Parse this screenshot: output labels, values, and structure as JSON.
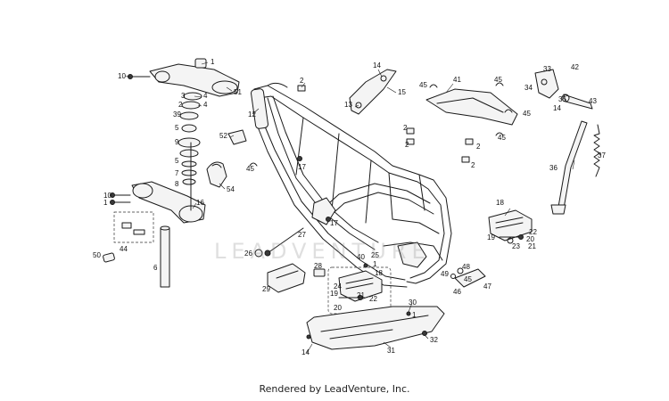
{
  "footer": {
    "rendered_by": "Rendered by LeadVenture, Inc."
  },
  "watermark": {
    "text": "LEADVENTURE"
  },
  "callouts": {
    "n1": "1",
    "n2": "2",
    "n3": "3",
    "n4": "4",
    "n5": "5",
    "n6": "6",
    "n7": "7",
    "n8": "8",
    "n9": "9",
    "n10": "10",
    "n12": "12",
    "n13": "13",
    "n14": "14",
    "n15": "15",
    "n16": "16",
    "n17": "17",
    "n18": "18",
    "n19": "19",
    "n20": "20",
    "n21": "21",
    "n22": "22",
    "n23": "23",
    "n24": "24",
    "n25": "25",
    "n26": "26",
    "n27": "27",
    "n28": "28",
    "n29": "29",
    "n30": "30",
    "n31": "31",
    "n32": "32",
    "n33": "33",
    "n34": "34",
    "n35": "35",
    "n36": "36",
    "n37": "37",
    "n39": "39",
    "n40": "40",
    "n41": "41",
    "n42": "42",
    "n43": "43",
    "n44": "44",
    "n45": "45",
    "n46": "46",
    "n47": "47",
    "n48": "48",
    "n49": "49",
    "n50": "50",
    "n51": "51",
    "n52": "52",
    "n54": "54"
  }
}
